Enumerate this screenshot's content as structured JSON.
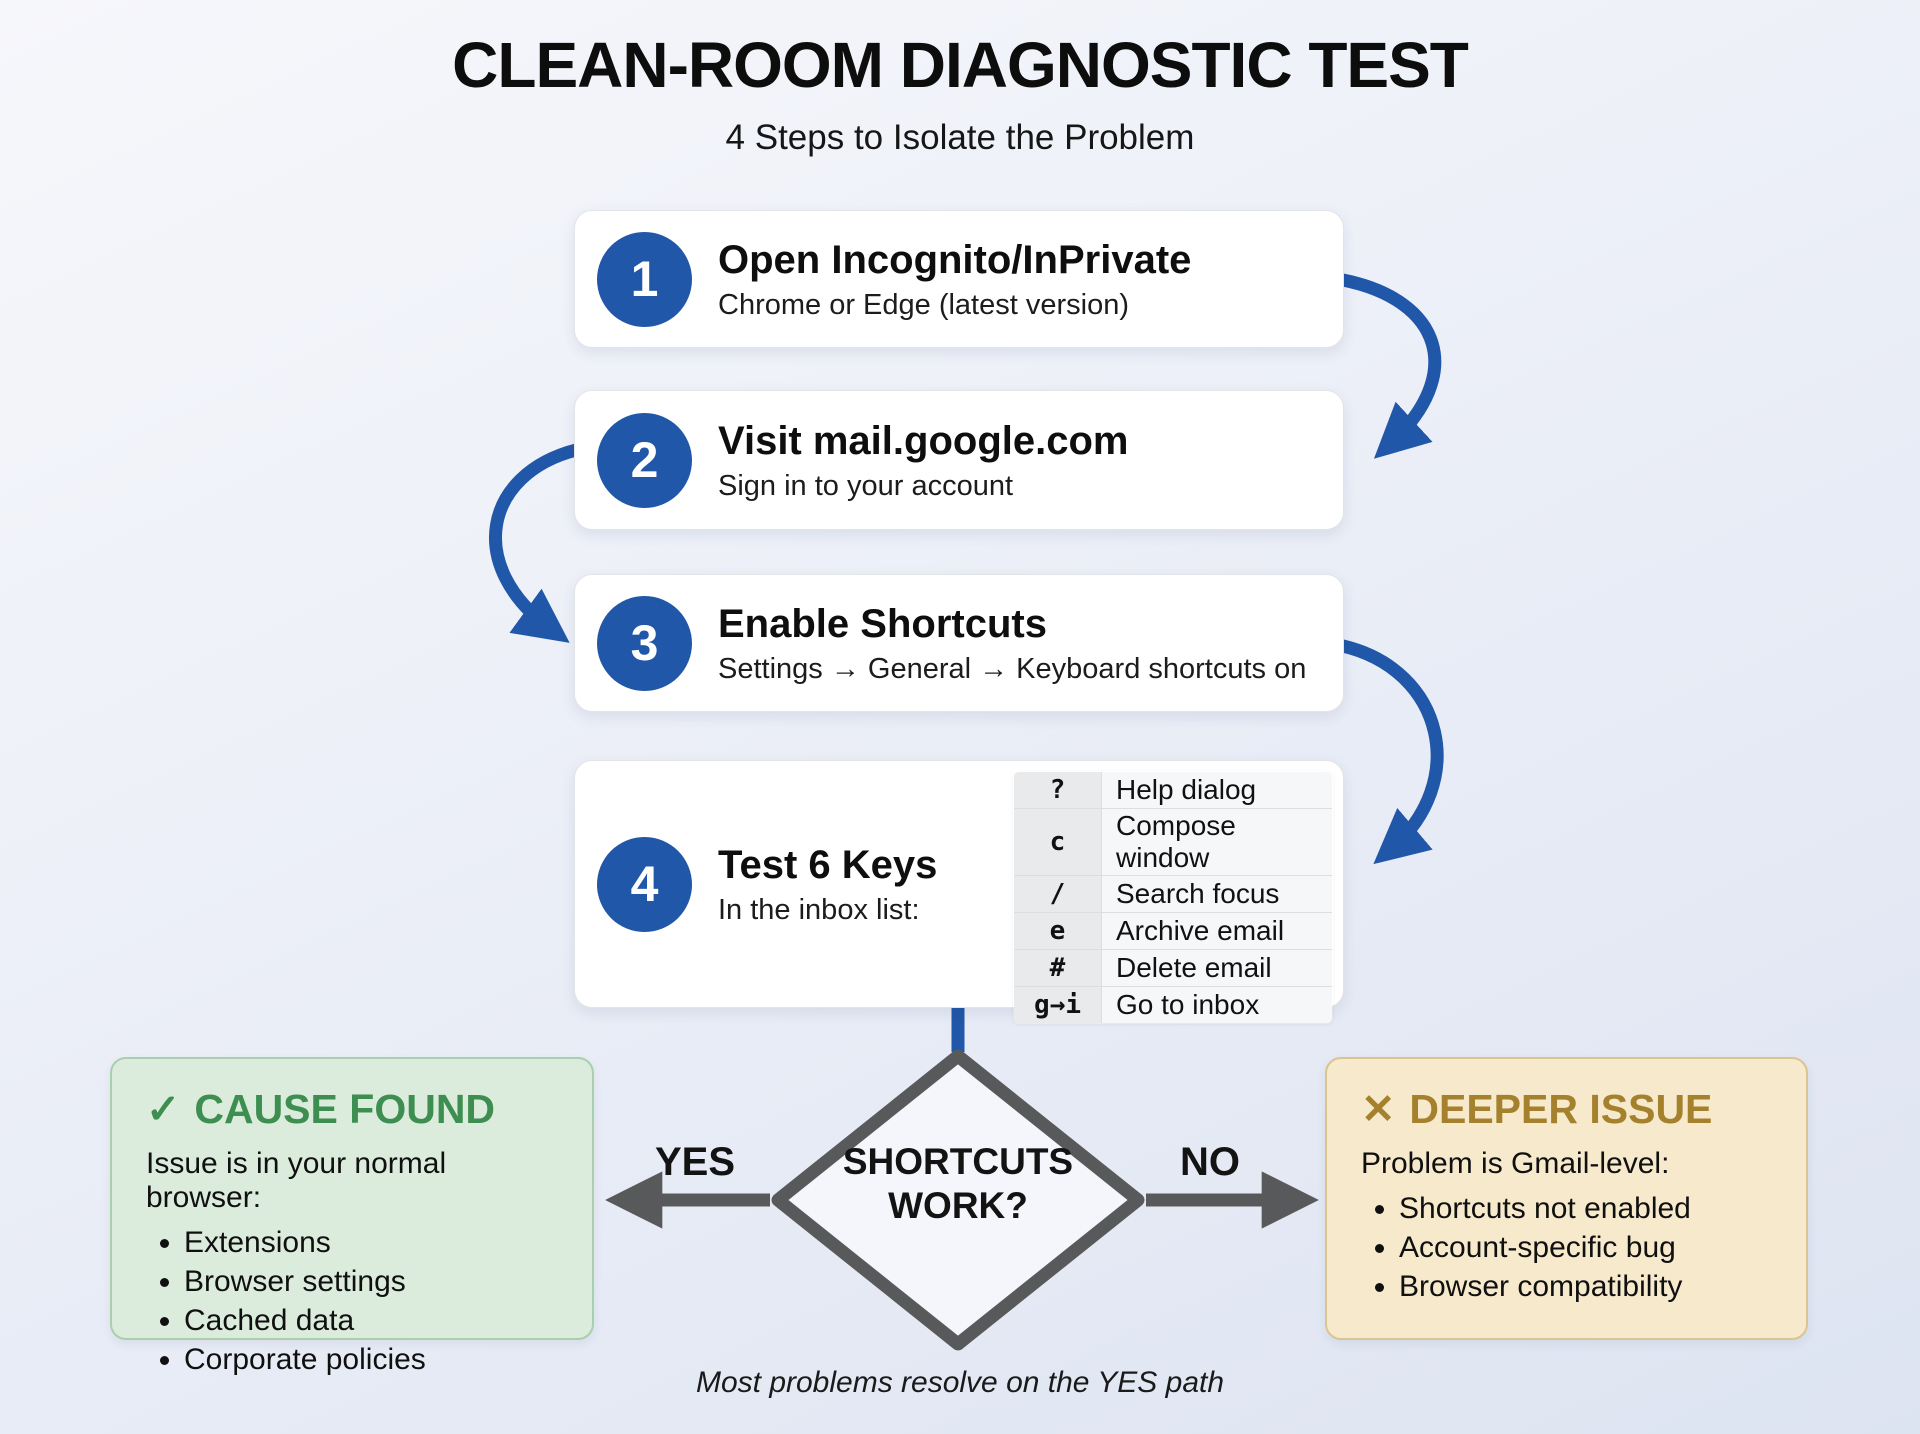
{
  "title": "CLEAN-ROOM DIAGNOSTIC TEST",
  "subtitle": "4 Steps to Isolate the Problem",
  "colors": {
    "accent_blue": "#2157a8",
    "green": "#3e8e51",
    "gold": "#a5812e",
    "gray": "#58595b"
  },
  "steps": [
    {
      "number": "1",
      "title": "Open Incognito/InPrivate",
      "subtitle": "Chrome or Edge (latest version)"
    },
    {
      "number": "2",
      "title": "Visit mail.google.com",
      "subtitle": "Sign in to your account"
    },
    {
      "number": "3",
      "title": "Enable Shortcuts",
      "subtitle": "Settings → General → Keyboard shortcuts on"
    },
    {
      "number": "4",
      "title": "Test 6 Keys",
      "subtitle": "In the inbox list:",
      "table": [
        {
          "key": "?",
          "action": "Help dialog"
        },
        {
          "key": "c",
          "action": "Compose window"
        },
        {
          "key": "/",
          "action": "Search focus"
        },
        {
          "key": "e",
          "action": "Archive email"
        },
        {
          "key": "#",
          "action": "Delete email"
        },
        {
          "key": "g→i",
          "action": "Go to inbox"
        }
      ]
    }
  ],
  "decision": {
    "line1": "SHORTCUTS",
    "line2": "WORK?",
    "yes_label": "YES",
    "no_label": "NO"
  },
  "outcomes": {
    "yes": {
      "icon": "✓",
      "heading": "CAUSE FOUND",
      "lead": "Issue is in your normal browser:",
      "bullets": [
        "Extensions",
        "Browser settings",
        "Cached data",
        "Corporate policies"
      ]
    },
    "no": {
      "icon": "✕",
      "heading": "DEEPER ISSUE",
      "lead": "Problem is Gmail-level:",
      "bullets": [
        "Shortcuts not enabled",
        "Account-specific bug",
        "Browser compatibility"
      ]
    }
  },
  "footer_note": "Most problems resolve on the YES path"
}
